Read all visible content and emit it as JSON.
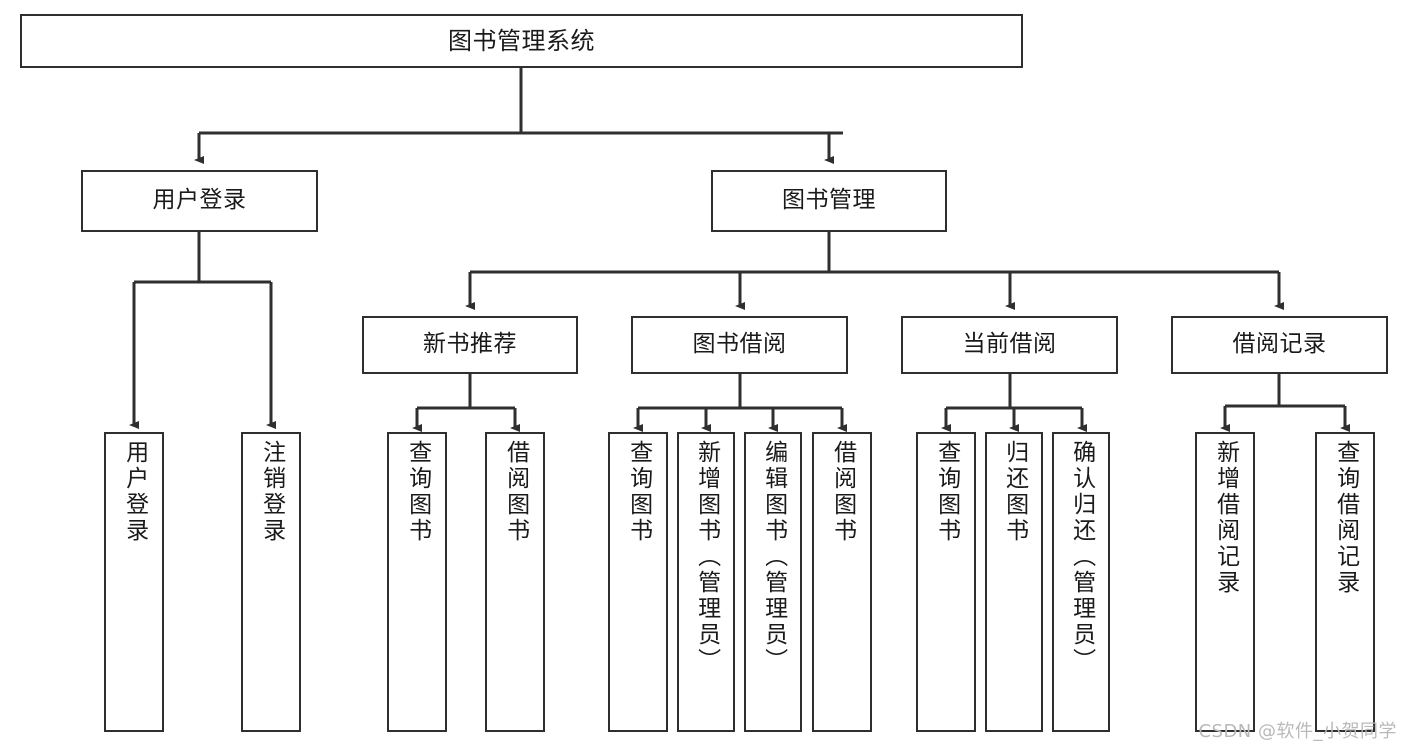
{
  "diagram": {
    "type": "tree-hierarchy-chart",
    "title": "图书管理系统",
    "watermark": "CSDN @软件_小贺同学",
    "colors": {
      "background": "#ffffff",
      "box_border": "#2f2f2f",
      "box_fill": "#ffffff",
      "text": "#1a1a1a",
      "connector": "#2f2f2f",
      "watermark": "#b9b9b9"
    },
    "levels": {
      "root": {
        "label": "图书管理系统"
      },
      "level2": [
        {
          "id": "user-login",
          "label": "用户登录"
        },
        {
          "id": "book-manage",
          "label": "图书管理"
        }
      ],
      "level3": [
        {
          "id": "new-book-recommend",
          "label": "新书推荐",
          "parent": "book-manage"
        },
        {
          "id": "book-borrow",
          "label": "图书借阅",
          "parent": "book-manage"
        },
        {
          "id": "current-borrow",
          "label": "当前借阅",
          "parent": "book-manage"
        },
        {
          "id": "borrow-record",
          "label": "借阅记录",
          "parent": "book-manage"
        }
      ],
      "leaves": [
        {
          "id": "leaf-user-login",
          "label": "用户登录",
          "parent": "user-login"
        },
        {
          "id": "leaf-user-logout",
          "label": "注销登录",
          "parent": "user-login"
        },
        {
          "id": "leaf-query-book-1",
          "label": "查询图书",
          "parent": "new-book-recommend"
        },
        {
          "id": "leaf-borrow-book-1",
          "label": "借阅图书",
          "parent": "new-book-recommend"
        },
        {
          "id": "leaf-query-book-2",
          "label": "查询图书",
          "parent": "book-borrow"
        },
        {
          "id": "leaf-add-book",
          "label": "新增图书（管理员）",
          "parent": "book-borrow"
        },
        {
          "id": "leaf-edit-book",
          "label": "编辑图书（管理员）",
          "parent": "book-borrow"
        },
        {
          "id": "leaf-borrow-book-2",
          "label": "借阅图书",
          "parent": "book-borrow"
        },
        {
          "id": "leaf-query-book-3",
          "label": "查询图书",
          "parent": "current-borrow"
        },
        {
          "id": "leaf-return-book",
          "label": "归还图书",
          "parent": "current-borrow"
        },
        {
          "id": "leaf-confirm-return",
          "label": "确认归还（管理员）",
          "parent": "current-borrow"
        },
        {
          "id": "leaf-add-record",
          "label": "新增借阅记录",
          "parent": "borrow-record"
        },
        {
          "id": "leaf-query-record",
          "label": "查询借阅记录",
          "parent": "borrow-record"
        }
      ]
    }
  }
}
